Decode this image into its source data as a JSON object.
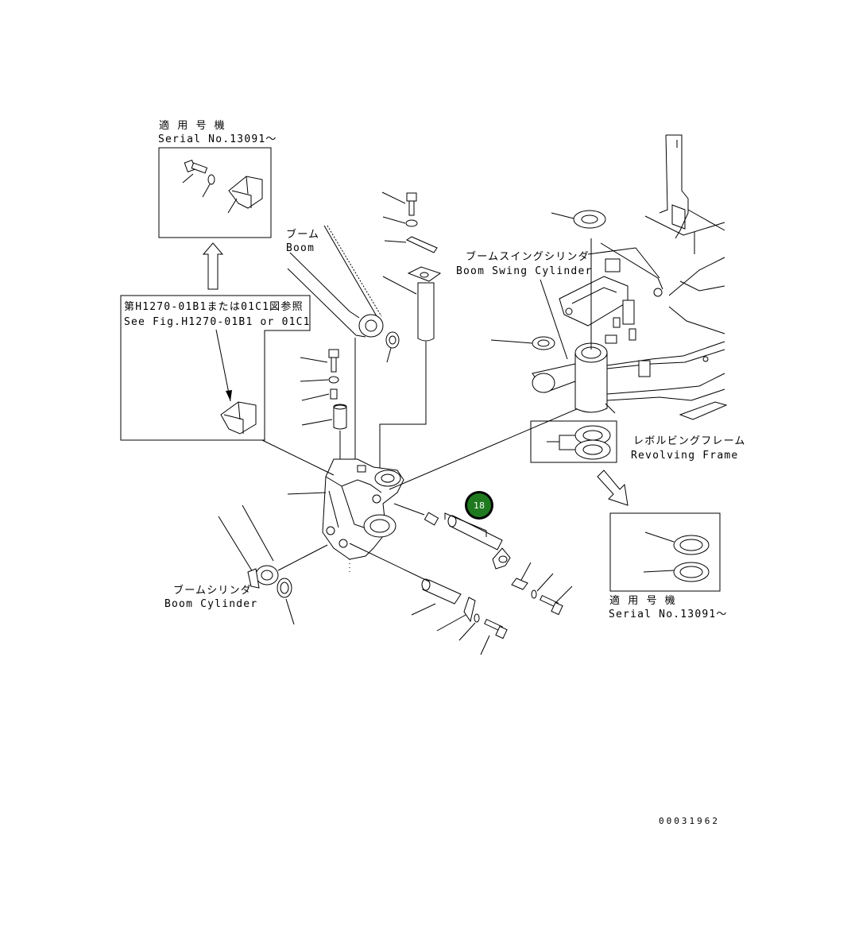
{
  "labels": {
    "applicable_serial_top_jp": "適 用 号 機",
    "applicable_serial_top_en": "Serial No.13091～",
    "boom_jp": "ブーム",
    "boom_en": "Boom",
    "boom_swing_cylinder_jp": "ブームスイングシリンダ",
    "boom_swing_cylinder_en": "Boom Swing Cylinder",
    "see_fig_jp": "第H1270-01B1または01C1図参照",
    "see_fig_en": "See Fig.H1270-01B1 or 01C1",
    "revolving_frame_jp": "レボルビングフレーム",
    "revolving_frame_en": "Revolving Frame",
    "boom_cylinder_jp": "ブームシリンダ",
    "boom_cylinder_en": "Boom Cylinder",
    "applicable_serial_bottom_jp": "適 用 号 機",
    "applicable_serial_bottom_en": "Serial No.13091～",
    "drawing_number": "00031962"
  },
  "callout": {
    "number": "18",
    "color": "#1f7a1f",
    "ring_color": "#000000"
  }
}
